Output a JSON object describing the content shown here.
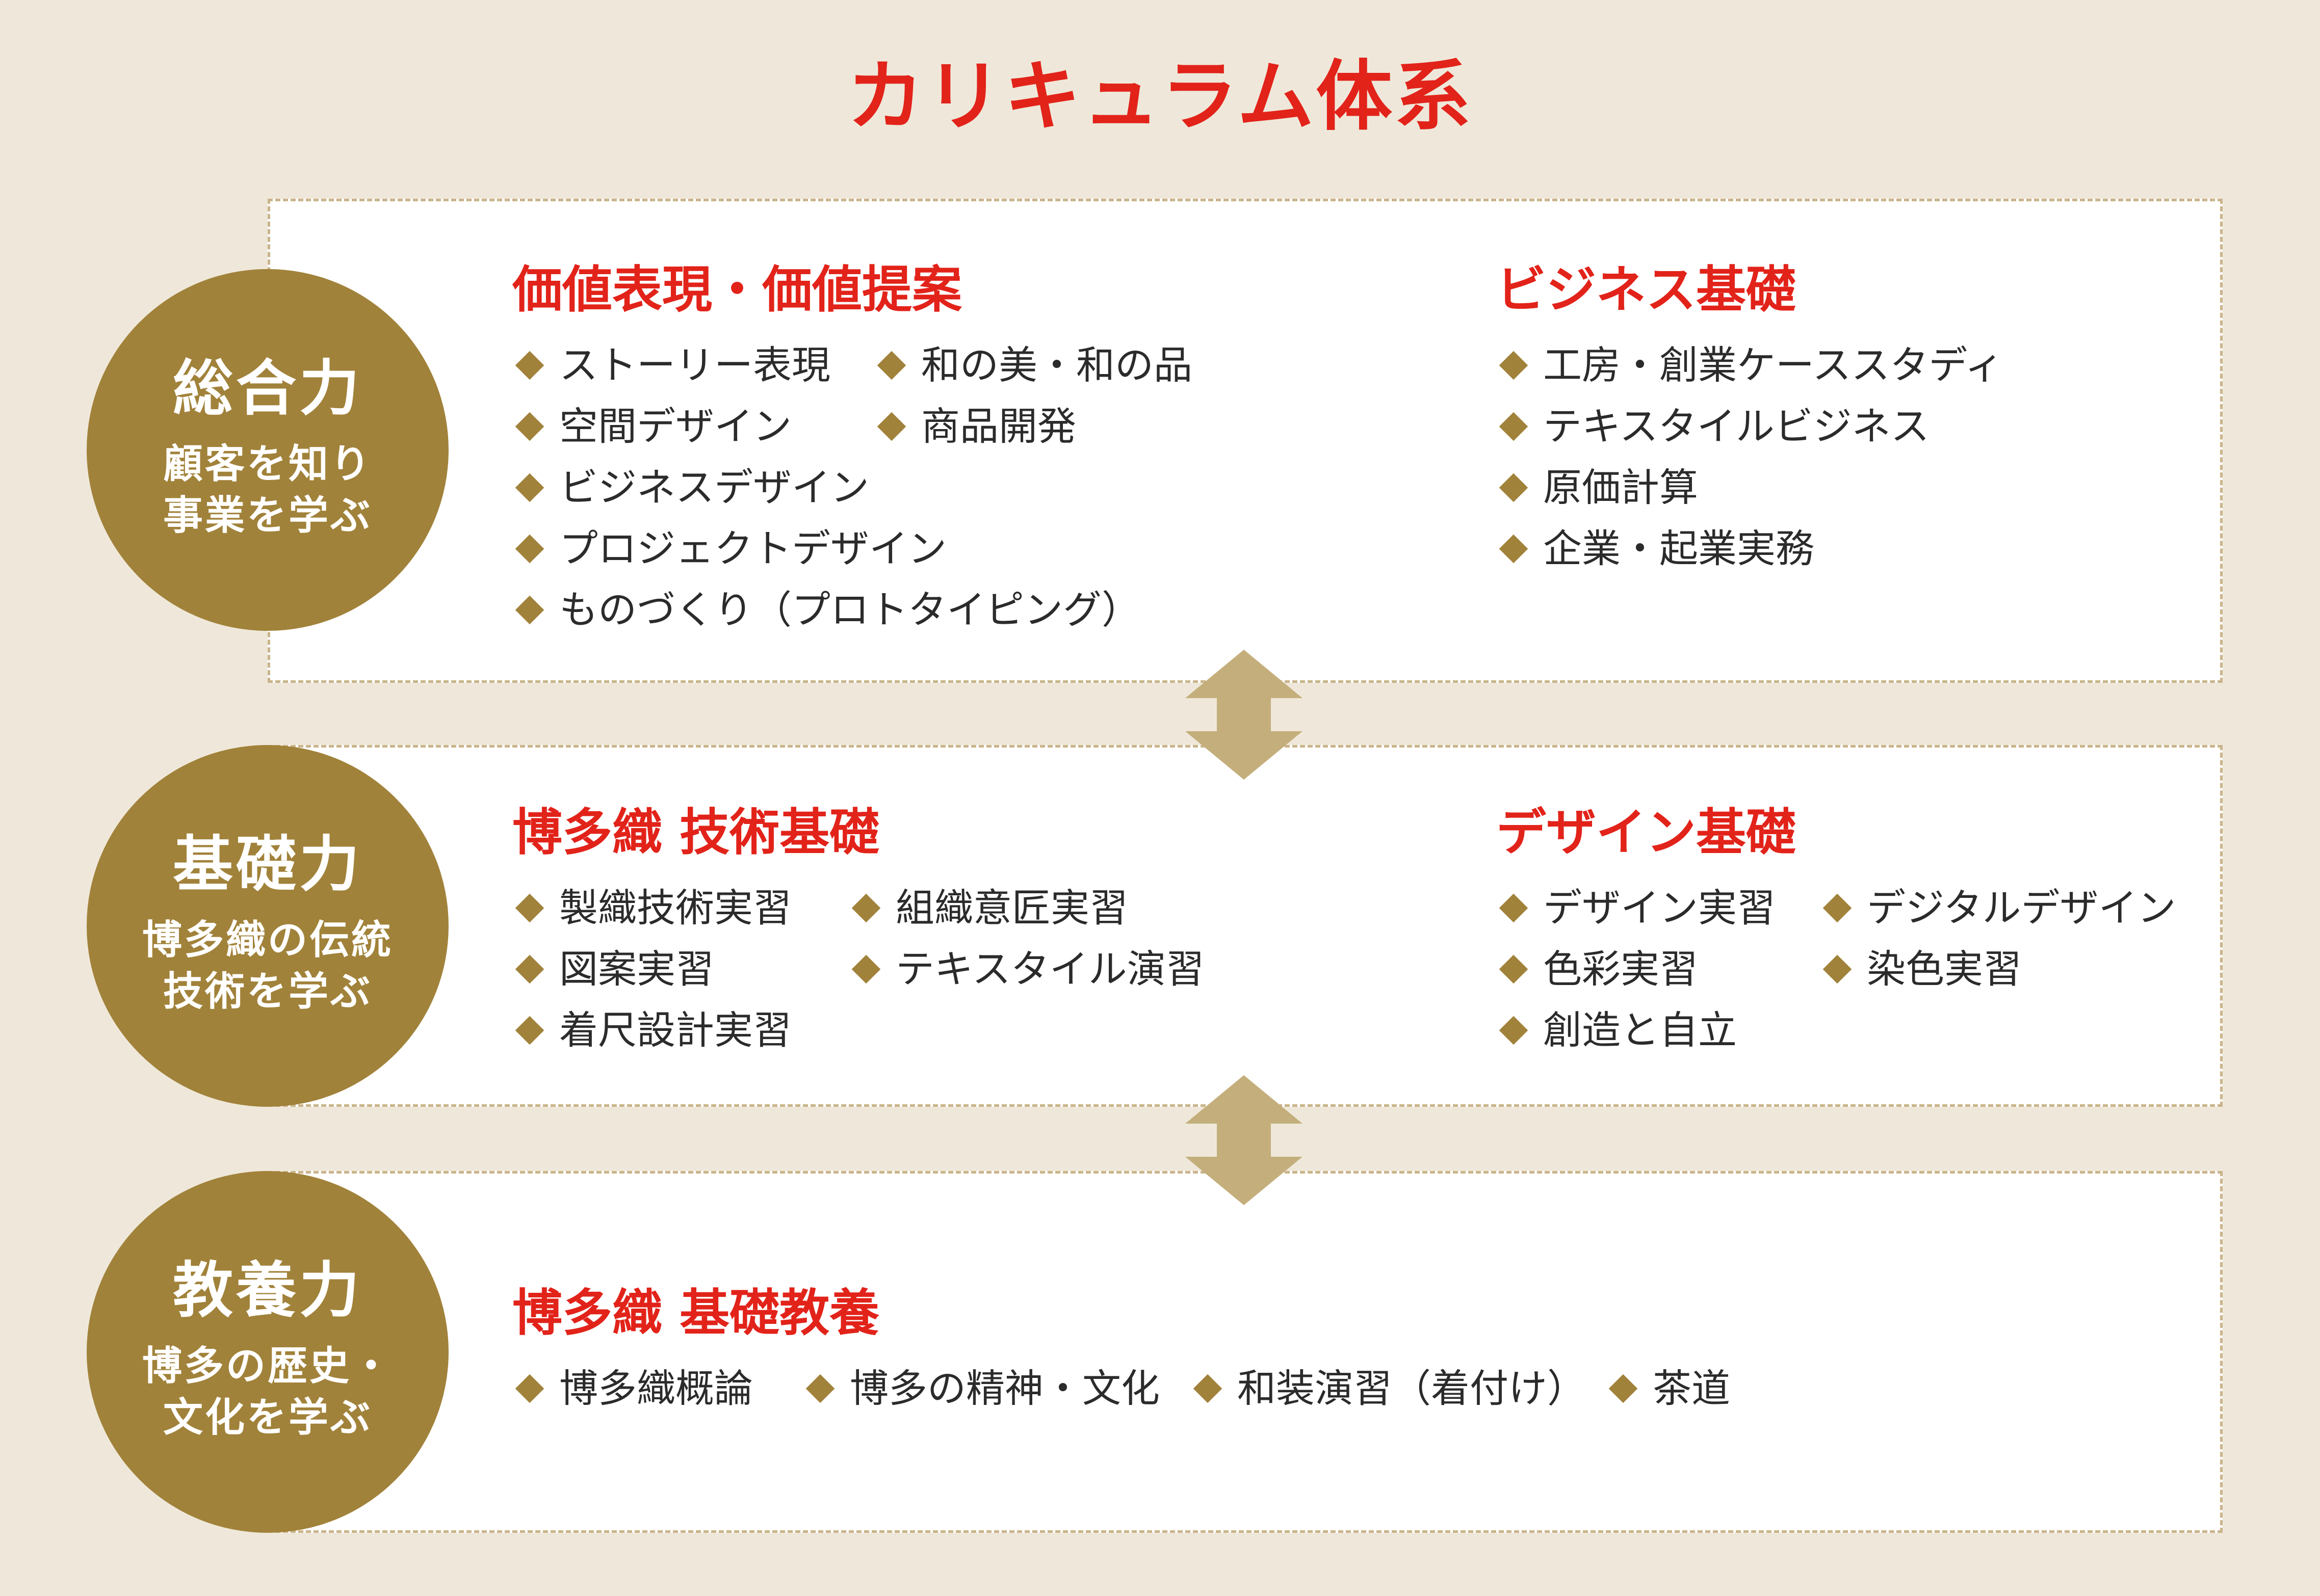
{
  "title": "カリキュラム体系",
  "colors": {
    "accent": "#e2231a",
    "gold": "#a1823a",
    "background": "#efe8da",
    "arrow": "#c4ae7b"
  },
  "sections": [
    {
      "circle": {
        "name": "総合力",
        "line1": "顧客を知り",
        "line2": "事業を学ぶ"
      },
      "groups": [
        {
          "title": "価値表現・価値提案",
          "items": [
            "ストーリー表現",
            "和の美・和の品",
            "空間デザイン",
            "商品開発",
            "ビジネスデザイン",
            "プロジェクトデザイン",
            "ものづくり（プロトタイピング）"
          ]
        },
        {
          "title": "ビジネス基礎",
          "items": [
            "工房・創業ケーススタディ",
            "テキスタイルビジネス",
            "原価計算",
            "企業・起業実務"
          ]
        }
      ]
    },
    {
      "circle": {
        "name": "基礎力",
        "line1": "博多織の伝統",
        "line2": "技術を学ぶ"
      },
      "groups": [
        {
          "title": "博多織 技術基礎",
          "items": [
            "製織技術実習",
            "組織意匠実習",
            "図案実習",
            "テキスタイル演習",
            "着尺設計実習"
          ]
        },
        {
          "title": "デザイン基礎",
          "items": [
            "デザイン実習",
            "デジタルデザイン",
            "色彩実習",
            "染色実習",
            "創造と自立"
          ]
        }
      ]
    },
    {
      "circle": {
        "name": "教養力",
        "line1": "博多の歴史・",
        "line2": "文化を学ぶ"
      },
      "groups": [
        {
          "title": "博多織 基礎教養",
          "items": [
            "博多織概論",
            "博多の精神・文化",
            "和装演習（着付け）",
            "茶道"
          ]
        }
      ]
    }
  ]
}
